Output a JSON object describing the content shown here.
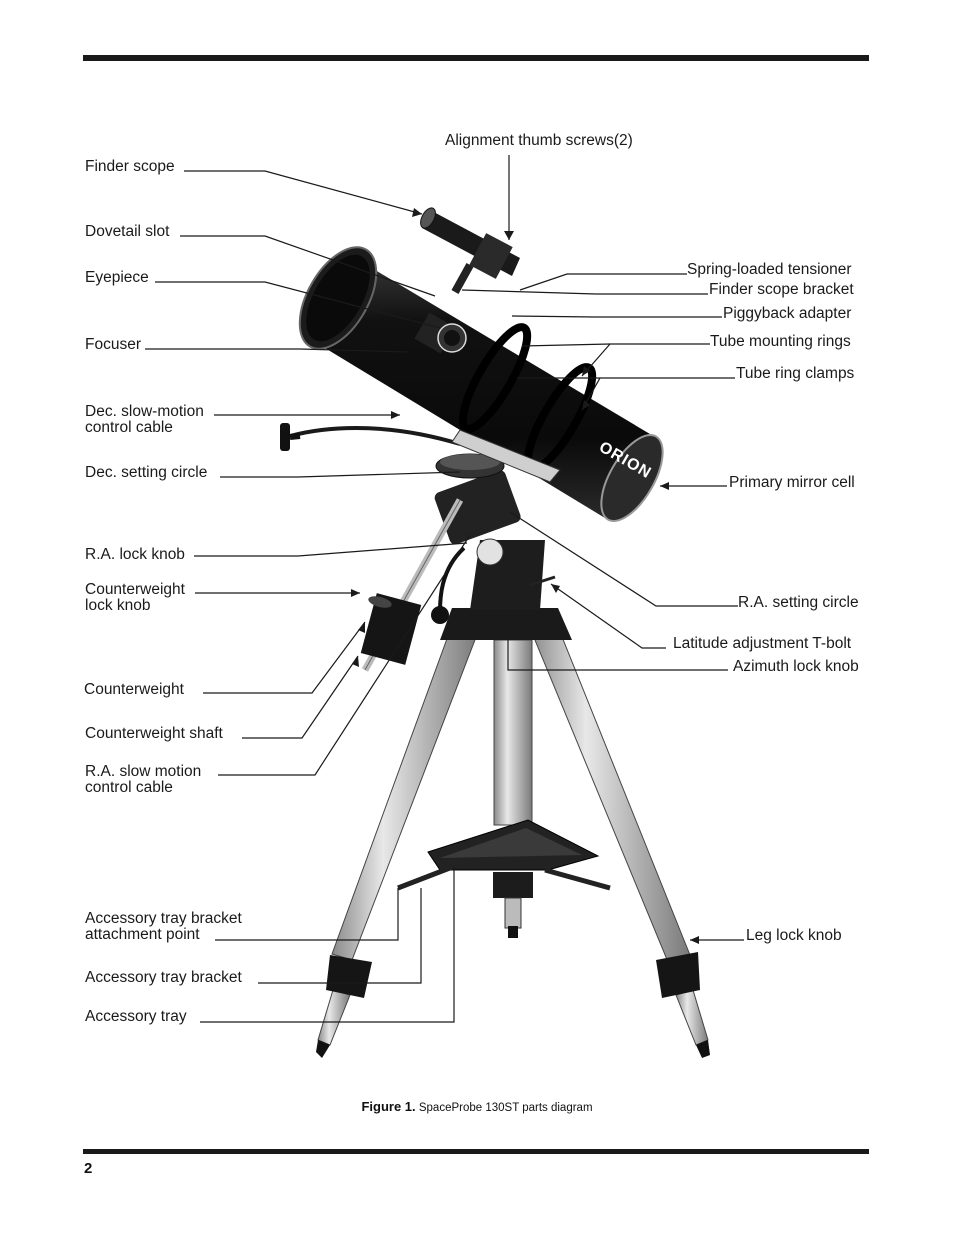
{
  "labels": {
    "finder_scope": "Finder scope",
    "dovetail_slot": "Dovetail slot",
    "eyepiece": "Eyepiece",
    "focuser": "Focuser",
    "dec_slow_motion_l1": "Dec. slow-motion",
    "dec_slow_motion_l2": "control cable",
    "dec_setting_circle": "Dec. setting circle",
    "ra_lock_knob": "R.A. lock knob",
    "counterweight_lock_l1": "Counterweight",
    "counterweight_lock_l2": "lock knob",
    "counterweight": "Counterweight",
    "counterweight_shaft": "Counterweight shaft",
    "ra_slow_motion_l1": "R.A. slow motion",
    "ra_slow_motion_l2": "control cable",
    "tray_bracket_attach_l1": "Accessory tray bracket",
    "tray_bracket_attach_l2": "attachment point",
    "tray_bracket": "Accessory tray bracket",
    "tray": "Accessory tray",
    "alignment_screws": "Alignment thumb screws(2)",
    "spring_tensioner": "Spring-loaded tensioner",
    "finder_bracket": "Finder scope bracket",
    "piggyback": "Piggyback adapter",
    "tube_rings": "Tube mounting rings",
    "tube_clamps": "Tube ring clamps",
    "primary_mirror": "Primary mirror cell",
    "ra_setting_circle": "R.A. setting circle",
    "latitude_bolt": "Latitude adjustment T-bolt",
    "azimuth_knob": "Azimuth lock knob",
    "leg_lock": "Leg lock knob"
  },
  "brand": "ORION",
  "caption": {
    "prefix": "Figure 1.",
    "text": "SpaceProbe 130ST parts diagram"
  },
  "page_number": "2"
}
